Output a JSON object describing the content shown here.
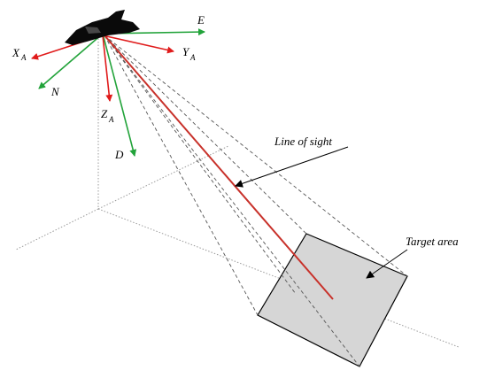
{
  "labels": {
    "east": "E",
    "north": "N",
    "down": "D",
    "x_axis": "X",
    "x_axis_sub": "A",
    "y_axis": "Y",
    "y_axis_sub": "A",
    "z_axis": "Z",
    "z_axis_sub": "A",
    "line_of_sight": "Line of sight",
    "target_area": "Target area"
  },
  "colors": {
    "ned_frame": "#22a33a",
    "aircraft_frame": "#e01b1b",
    "line_of_sight": "#c8312a",
    "target_fill": "#d6d6d6",
    "aircraft": "#0a0a0a",
    "projection_lines": "#555555"
  },
  "icons": {
    "aircraft": "fighter-jet-icon"
  }
}
